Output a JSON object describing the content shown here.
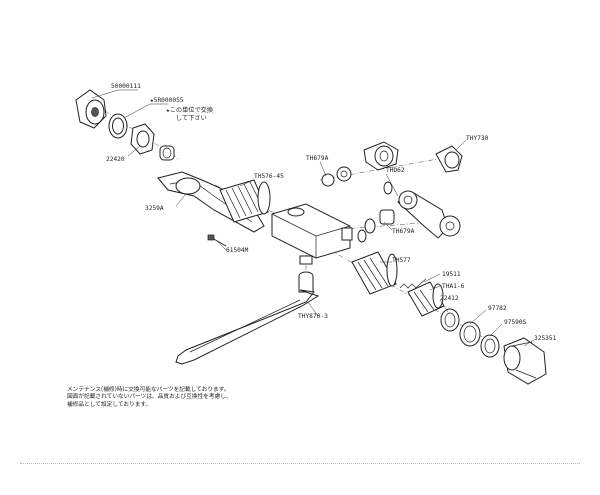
{
  "diagram": {
    "parts": [
      {
        "id": "p1",
        "label": "50000111"
      },
      {
        "id": "p2",
        "label": "★5R000055"
      },
      {
        "id": "p3",
        "label": "22420"
      },
      {
        "id": "p4",
        "label": "3259A"
      },
      {
        "id": "p5",
        "label": "TH576-45"
      },
      {
        "id": "p6",
        "label": "61504M"
      },
      {
        "id": "p7",
        "label": "TH679A"
      },
      {
        "id": "p8",
        "label": "THD62"
      },
      {
        "id": "p9",
        "label": "THY730"
      },
      {
        "id": "p10",
        "label": "TH679A"
      },
      {
        "id": "p11",
        "label": "TH577"
      },
      {
        "id": "p12",
        "label": "19511"
      },
      {
        "id": "p13",
        "label": "THA1-6"
      },
      {
        "id": "p14",
        "label": "22412"
      },
      {
        "id": "p15",
        "label": "THY870-3"
      },
      {
        "id": "p16",
        "label": "97782"
      },
      {
        "id": "p17",
        "label": "97590S"
      },
      {
        "id": "p18",
        "label": "325351"
      }
    ],
    "star_note": [
      "★この単位で交換",
      "して下さい"
    ]
  },
  "notes": [
    "メンテナンス(補修)時に交換可能なパーツを記載しております。",
    "図面が記載されていないパーツは、品質および互換性を考慮し、",
    "補修品として設定しております。"
  ]
}
